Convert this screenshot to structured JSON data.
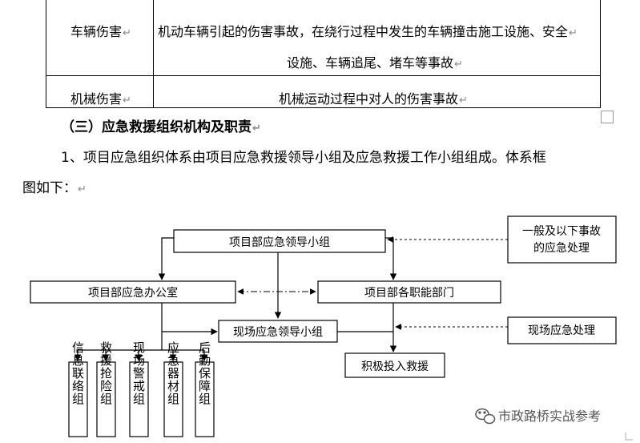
{
  "table": {
    "rows": [
      {
        "type": "车辆伤害",
        "desc_line1": "机动车辆引起的伤害事故，在绕行过程中发生的车辆撞击施工设施、安全",
        "desc_line2": "设施、车辆追尾、堵车等事故"
      },
      {
        "type": "机械伤害",
        "desc_line1": "机械运动过程中对人的伤害事故"
      }
    ]
  },
  "para_mark": "↵",
  "section": {
    "heading": "（三）应急救援组织机构及职责",
    "body_line1": "1、项目应急组织体系由项目应急救援领导小组及应急救援工作小组组成。体系框",
    "body_line2": "图如下："
  },
  "org_chart": {
    "leader_group": "项目部应急领导小组",
    "office": "项目部应急办公室",
    "departments": "项目部各职能部门",
    "site_leader": "现场应急领导小组",
    "active_rescue": "积极投入救援",
    "general_accident": [
      "一般及以下事故",
      "的应急处理"
    ],
    "site_handling": "现场应急处理",
    "teams": [
      "信息联络组",
      "救援抢险组",
      "现场警戒组",
      "应急器材组",
      "后勤保障组"
    ]
  },
  "watermark": {
    "text": "市政路桥实战参考",
    "icon": "wechat-icon"
  },
  "colors": {
    "line": "#000000",
    "para_mark": "#888888",
    "watermark": "#555555"
  }
}
